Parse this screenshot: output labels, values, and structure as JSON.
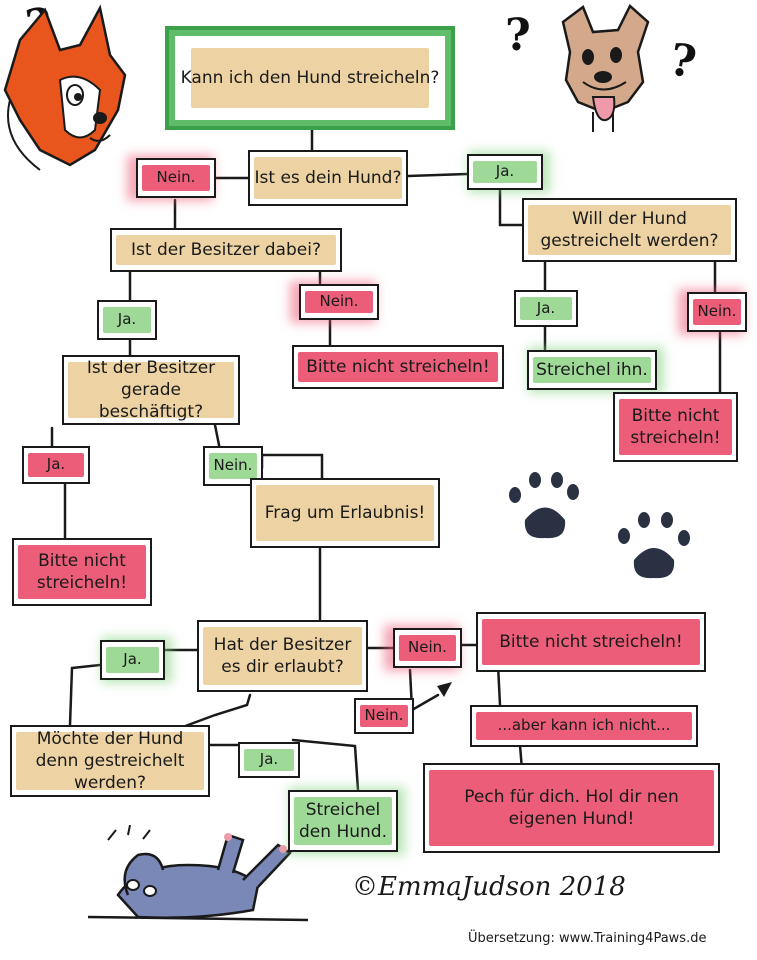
{
  "nodes": {
    "start": "Kann ich den Hund streicheln?",
    "q_own_dog": "Ist es dein Hund?",
    "own_no": "Nein.",
    "own_yes": "Ja.",
    "q_dog_wants": "Will der Hund gestreichelt werden?",
    "dog_wants_yes": "Ja.",
    "dog_wants_no": "Nein.",
    "pet_him": "Streichel ihn.",
    "no_pet_right": "Bitte nicht streicheln!",
    "q_owner_present": "Ist der Besitzer dabei?",
    "owner_present_yes": "Ja.",
    "owner_present_no": "Nein.",
    "no_pet_mid": "Bitte nicht streicheln!",
    "q_owner_busy": "Ist der Besitzer gerade beschäftigt?",
    "busy_yes": "Ja.",
    "busy_no": "Nein.",
    "no_pet_left": "Bitte nicht streicheln!",
    "ask_permission": "Frag um Erlaubnis!",
    "q_owner_allowed": "Hat der Besitzer es dir erlaubt?",
    "allowed_yes": "Ja.",
    "allowed_no": "Nein.",
    "no_pet_bottom": "Bitte nicht streicheln!",
    "but_cant": "...aber kann ich nicht...",
    "bad_luck": "Pech für dich. Hol dir nen eigenen Hund!",
    "q_dog_wants_2": "Möchte der Hund denn gestreichelt werden?",
    "dog_wants_2_yes": "Ja.",
    "dog_wants_2_no": "Nein.",
    "pet_the_dog": "Streichel den Hund."
  },
  "signature": "©EmmaJudson 2018",
  "credit": "Übersetzung: www.Training4Paws.de",
  "icons": [
    "question-mark-icon",
    "fox-dog-illustration",
    "terrier-dog-illustration",
    "paw-print-icon",
    "rolling-dog-illustration"
  ],
  "colors": {
    "question": "#edd3a3",
    "no": "#eb5d78",
    "yes": "#9ed998",
    "start_border": "#3aa14a",
    "paw": "#2a3142",
    "dog_blue": "#7a88b8",
    "fox": "#e8561e"
  }
}
